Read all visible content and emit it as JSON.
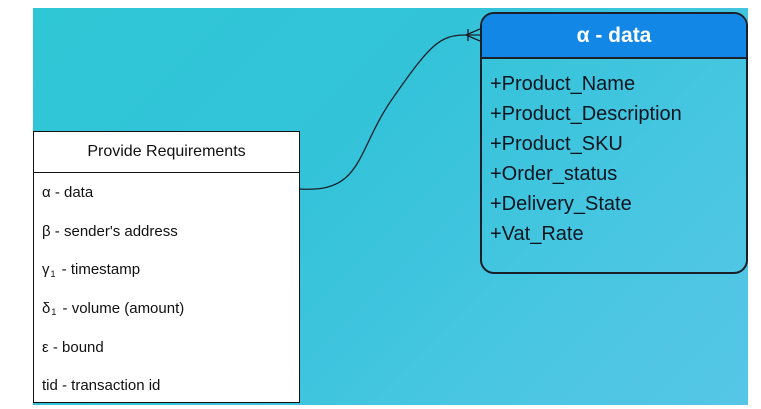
{
  "colors": {
    "canvas_start": "#2fc6d6",
    "canvas_end": "#56c6e6",
    "entity_header": "#1387e6",
    "line": "#1a1f2a"
  },
  "requirements_table": {
    "title": "Provide Requirements",
    "rows": [
      {
        "symbol": "α",
        "sub": "",
        "text": " - data"
      },
      {
        "symbol": "β",
        "sub": "",
        "text": " - sender's address"
      },
      {
        "symbol": "γ",
        "sub": "1",
        "text": " - timestamp"
      },
      {
        "symbol": "δ",
        "sub": "1",
        "text": " - volume (amount)"
      },
      {
        "symbol": "ε",
        "sub": "",
        "text": " - bound"
      },
      {
        "symbol": "tid",
        "sub": "",
        "text": " - transaction id"
      }
    ]
  },
  "entity": {
    "title": "α - data",
    "fields": [
      "+Product_Name",
      "+Product_Description",
      "+Product_SKU",
      "+Order_status",
      "+Delivery_State",
      "+Vat_Rate"
    ]
  },
  "relationship": {
    "from": "requirements_table.rows.0",
    "to": "entity",
    "end_marker": "crow-foot-one-or-many"
  }
}
